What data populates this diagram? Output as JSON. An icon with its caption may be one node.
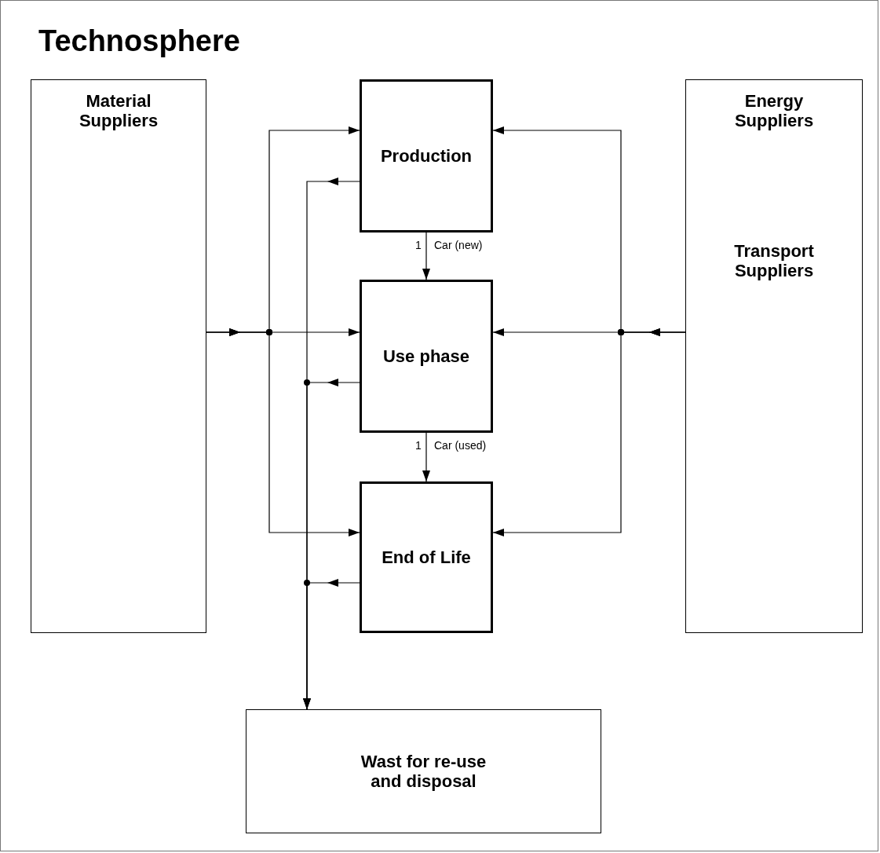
{
  "diagram": {
    "nodes": [
      {
        "text": [
          "Technosphere"
        ]
      },
      {
        "text": [
          "Material Suppliers"
        ],
        "in": 0
      },
      {
        "text": [
          "Production"
        ],
        "in": 0
      },
      {
        "text": [
          "Use phase"
        ],
        "in": 0
      },
      {
        "text": [
          "End of Life"
        ],
        "in": 0
      },
      {
        "text": [
          "Energy Suppliers",
          "Transport Suppliers"
        ],
        "in": 0
      },
      {
        "text": [
          "Wast for re-use and disposal"
        ],
        "in": 0
      }
    ],
    "edges": [
      {
        "from": 1,
        "to": 2,
        "arrow": "to"
      },
      {
        "from": 1,
        "to": 3,
        "arrow": "to"
      },
      {
        "from": 1,
        "to": 4,
        "arrow": "to"
      },
      {
        "from": 5,
        "to": 2,
        "arrow": "to"
      },
      {
        "from": 5,
        "to": 3,
        "arrow": "to"
      },
      {
        "from": 5,
        "to": 4,
        "arrow": "to"
      },
      {
        "from": 2,
        "to": 3,
        "arrow": "to",
        "label": "Car (new)"
      },
      {
        "from": 3,
        "to": 4,
        "arrow": "to",
        "label": "Car (used)"
      },
      {
        "from": 2,
        "to": 6,
        "arrow": "to"
      },
      {
        "from": 3,
        "to": 6,
        "arrow": "to"
      },
      {
        "from": 4,
        "to": 6,
        "arrow": "to"
      }
    ],
    "labels": [
      "1",
      "1"
    ]
  }
}
